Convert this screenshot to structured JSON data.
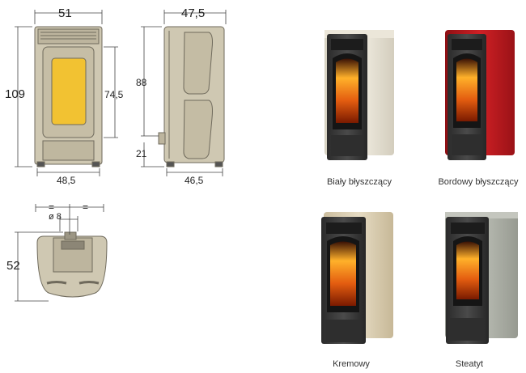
{
  "dimensions": {
    "front_width": "51",
    "front_height": "109",
    "front_base_width": "48,5",
    "door_height": "74,5",
    "side_width": "47,5",
    "side_height": "88",
    "side_outlet_height": "21",
    "side_base_width": "46,5",
    "top_symbol_left": "=",
    "top_symbol_right": "=",
    "top_diameter": "ø 8",
    "top_depth": "52"
  },
  "models": [
    {
      "name": "Biały błyszczący",
      "color": "#e8e2d0"
    },
    {
      "name": "Bordowy błyszczący",
      "color": "#b3171c"
    },
    {
      "name": "Kremowy",
      "color": "#d9ccb0"
    },
    {
      "name": "Steatyt",
      "color": "#a9aca3"
    }
  ],
  "colors": {
    "drawing_fill": "#cfc8b2",
    "drawing_stroke": "#6f6a5c",
    "glass": "#f2c232"
  }
}
